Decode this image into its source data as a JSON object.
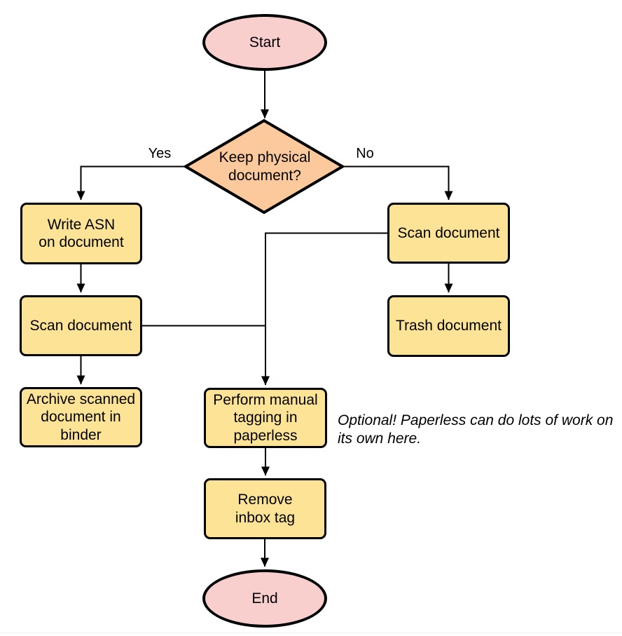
{
  "diagram": {
    "type": "flowchart",
    "colors": {
      "terminal_fill": "#F9CFCD",
      "decision_fill": "#FCC99C",
      "process_fill": "#FDE396",
      "stroke": "#000000",
      "text": "#000000",
      "background": "#FFFFFF"
    },
    "nodes": {
      "start": {
        "shape": "ellipse",
        "label": "Start"
      },
      "decision": {
        "shape": "diamond",
        "label": "Keep physical\ndocument?"
      },
      "write_asn": {
        "shape": "process",
        "label": "Write ASN\non document"
      },
      "scan_left": {
        "shape": "process",
        "label": "Scan document"
      },
      "archive": {
        "shape": "process",
        "label": "Archive scanned\ndocument in\nbinder"
      },
      "scan_right": {
        "shape": "process",
        "label": "Scan document"
      },
      "trash": {
        "shape": "process",
        "label": "Trash document"
      },
      "tagging": {
        "shape": "process",
        "label": "Perform manual\ntagging in\npaperless"
      },
      "remove_inbox": {
        "shape": "process",
        "label": "Remove\ninbox tag"
      },
      "end": {
        "shape": "ellipse",
        "label": "End"
      }
    },
    "edge_labels": {
      "yes": "Yes",
      "no": "No"
    },
    "edges": [
      {
        "from": "start",
        "to": "decision",
        "label": ""
      },
      {
        "from": "decision",
        "to": "write_asn",
        "label": "Yes"
      },
      {
        "from": "decision",
        "to": "scan_right",
        "label": "No"
      },
      {
        "from": "write_asn",
        "to": "scan_left",
        "label": ""
      },
      {
        "from": "scan_left",
        "to": "archive",
        "label": ""
      },
      {
        "from": "scan_left",
        "to": "tagging",
        "label": ""
      },
      {
        "from": "scan_right",
        "to": "trash",
        "label": ""
      },
      {
        "from": "scan_right",
        "to": "tagging",
        "label": ""
      },
      {
        "from": "tagging",
        "to": "remove_inbox",
        "label": ""
      },
      {
        "from": "remove_inbox",
        "to": "end",
        "label": ""
      }
    ],
    "annotation": {
      "text": "Optional! Paperless can do lots of work on\nits own here."
    }
  }
}
